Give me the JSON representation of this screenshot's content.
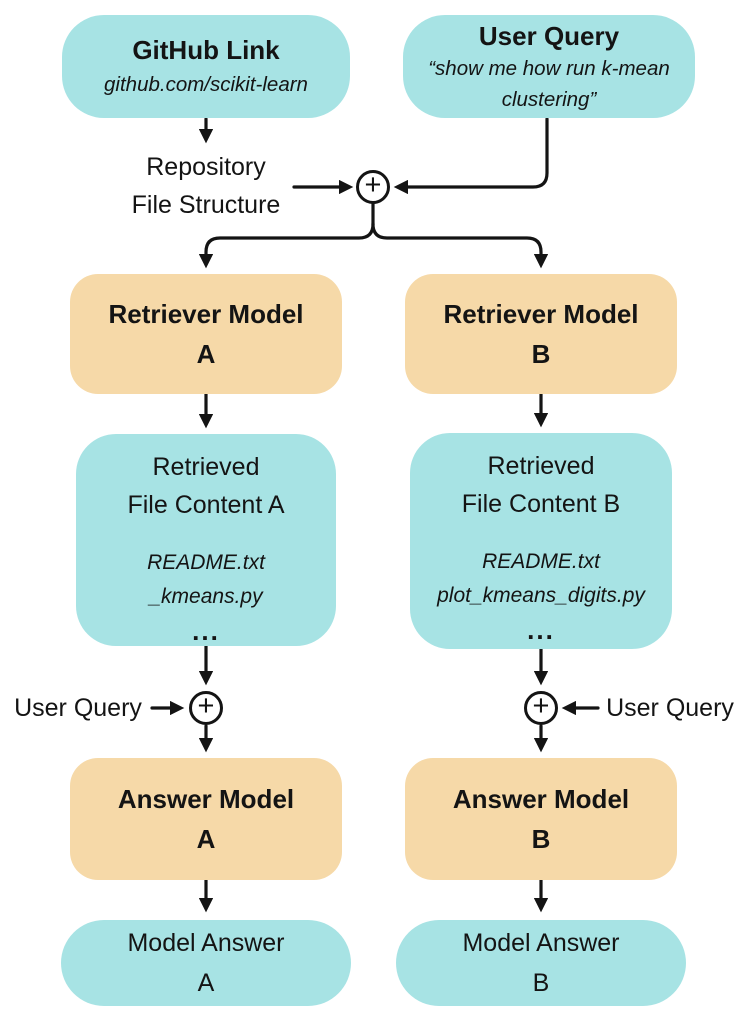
{
  "diagram": {
    "background": "#ffffff",
    "colors": {
      "teal_box": "#a7e3e4",
      "orange_box": "#f6d9a8",
      "line": "#141414",
      "text": "#141414"
    },
    "plus_symbol": "+",
    "github_link": {
      "title": "GitHub Link",
      "subtitle": "github.com/scikit-learn"
    },
    "user_query": {
      "title": "User Query",
      "subtitle": "“show me how run k-mean clustering”"
    },
    "repo_structure": {
      "line1": "Repository",
      "line2": "File Structure"
    },
    "branch_a": {
      "retriever": {
        "line1": "Retriever Model",
        "line2": "A"
      },
      "content": {
        "line1": "Retrieved",
        "line2": "File Content A",
        "file1": "README.txt",
        "file2": "_kmeans.py",
        "ellipsis": "..."
      },
      "user_query_label": "User Query",
      "answer": {
        "line1": "Answer Model",
        "line2": "A"
      },
      "model_answer": {
        "line1": "Model Answer",
        "line2": "A"
      }
    },
    "branch_b": {
      "retriever": {
        "line1": "Retriever Model",
        "line2": "B"
      },
      "content": {
        "line1": "Retrieved",
        "line2": "File Content B",
        "file1": "README.txt",
        "file2": "plot_kmeans_digits.py",
        "ellipsis": "..."
      },
      "user_query_label": "User Query",
      "answer": {
        "line1": "Answer Model",
        "line2": "B"
      },
      "model_answer": {
        "line1": "Model Answer",
        "line2": "B"
      }
    }
  }
}
